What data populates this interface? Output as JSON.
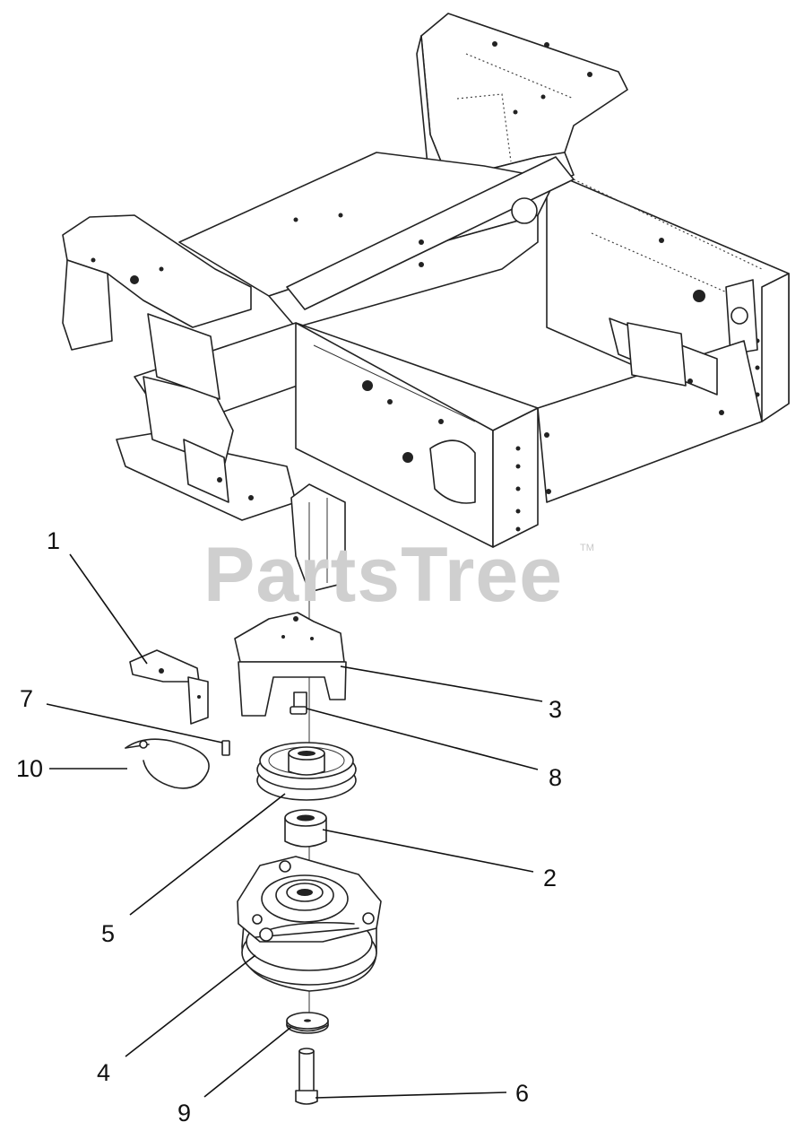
{
  "watermark": {
    "text": "PartsTree",
    "trademark": "TM"
  },
  "callouts": [
    "1",
    "2",
    "3",
    "4",
    "5",
    "6",
    "7",
    "8",
    "9",
    "10"
  ]
}
